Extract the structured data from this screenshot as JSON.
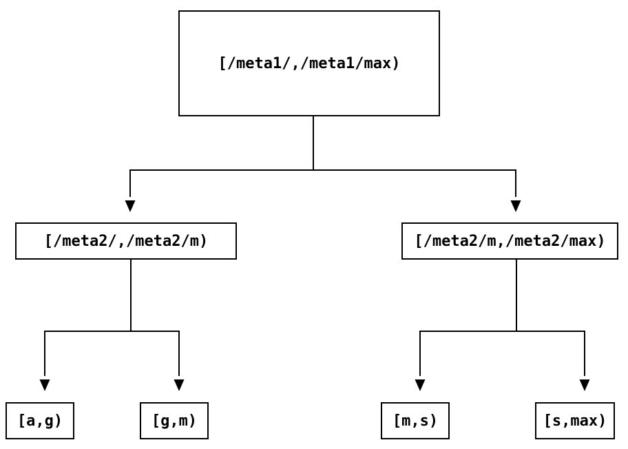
{
  "diagram": {
    "type": "tree",
    "nodes": [
      {
        "id": "root",
        "label": "[/meta1/,/meta1/max)"
      },
      {
        "id": "meta2-left",
        "label": "[/meta2/,/meta2/m)"
      },
      {
        "id": "meta2-right",
        "label": "[/meta2/m,/meta2/max)"
      },
      {
        "id": "leaf-a-g",
        "label": "[a,g)"
      },
      {
        "id": "leaf-g-m",
        "label": "[g,m)"
      },
      {
        "id": "leaf-m-s",
        "label": "[m,s)"
      },
      {
        "id": "leaf-s-max",
        "label": "[s,max)"
      }
    ],
    "edges": [
      {
        "from": "root",
        "to": "meta2-left"
      },
      {
        "from": "root",
        "to": "meta2-right"
      },
      {
        "from": "meta2-left",
        "to": "leaf-a-g"
      },
      {
        "from": "meta2-left",
        "to": "leaf-g-m"
      },
      {
        "from": "meta2-right",
        "to": "leaf-m-s"
      },
      {
        "from": "meta2-right",
        "to": "leaf-s-max"
      }
    ],
    "colors": {
      "background": "#ffffff",
      "line": "#000000",
      "box_border": "#000000",
      "text": "#000000"
    }
  }
}
